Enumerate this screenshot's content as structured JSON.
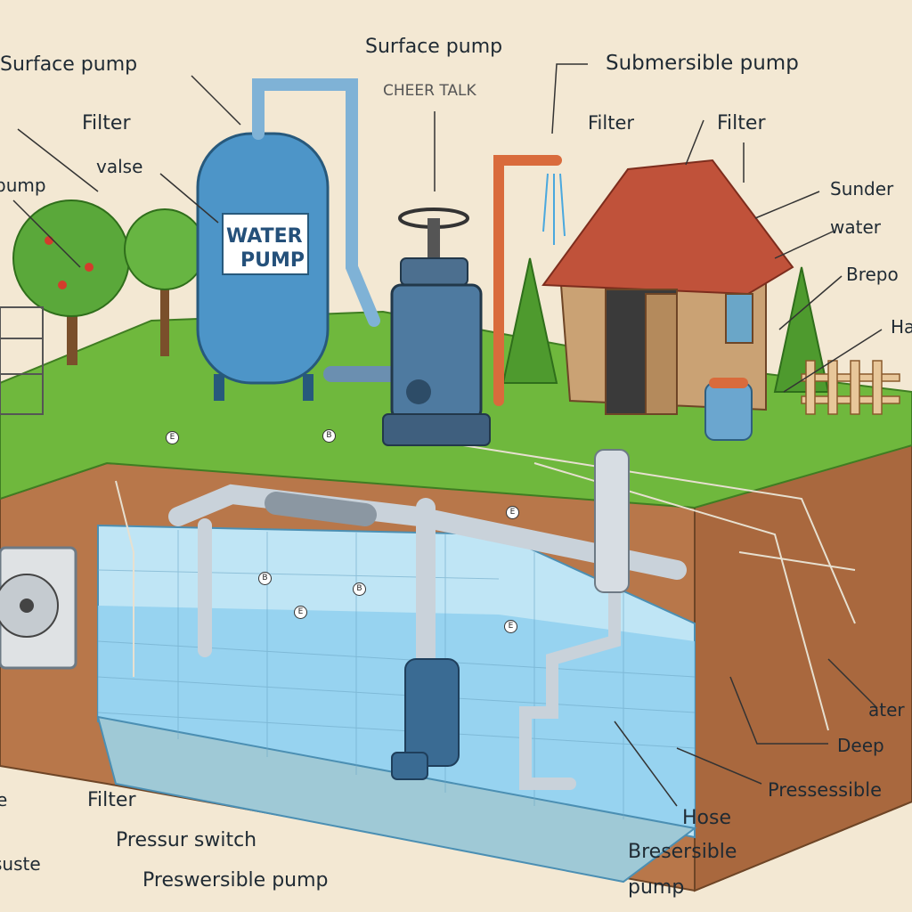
{
  "labels": {
    "surface_pump_left": "Surface pump",
    "surface_pump_top": "Surface pump",
    "submersible_pump": "Submersible pump",
    "cheer_talk": "CHEER TALK",
    "filter_left": "Filter",
    "valse": "valse",
    "pump_edge": "pump",
    "filter_mid": "Filter",
    "filter_right": "Filter",
    "sunder": "Sunder",
    "water": "water",
    "brepo": "Brepo",
    "ha": "Ha",
    "ater": "ater",
    "deep": "Deep",
    "pressessible": "Pressessible",
    "hose": "Hose",
    "bresersible": "Bresersible",
    "pump_bottom": "pump",
    "filter_bottom": "Filter",
    "pressure_switch": "Pressur switch",
    "preswersible_pump": "Preswersible pump",
    "e_edge": "e",
    "suste": "suste"
  },
  "tank_label": {
    "line1": "WATER",
    "line2": "PUMP"
  },
  "badges": {
    "b1": "E",
    "b2": "B",
    "b3": "B",
    "b4": "E",
    "b5": "B",
    "b6": "E",
    "b7": "E"
  },
  "colors": {
    "background": "#f3e8d3",
    "grass": "#6fb83d",
    "soil": "#b8774a",
    "water": "#8fd0ee",
    "tank": "#4d95c8",
    "pipe": "#c9d2da",
    "roof": "#c0523a",
    "shed": "#caa274"
  }
}
